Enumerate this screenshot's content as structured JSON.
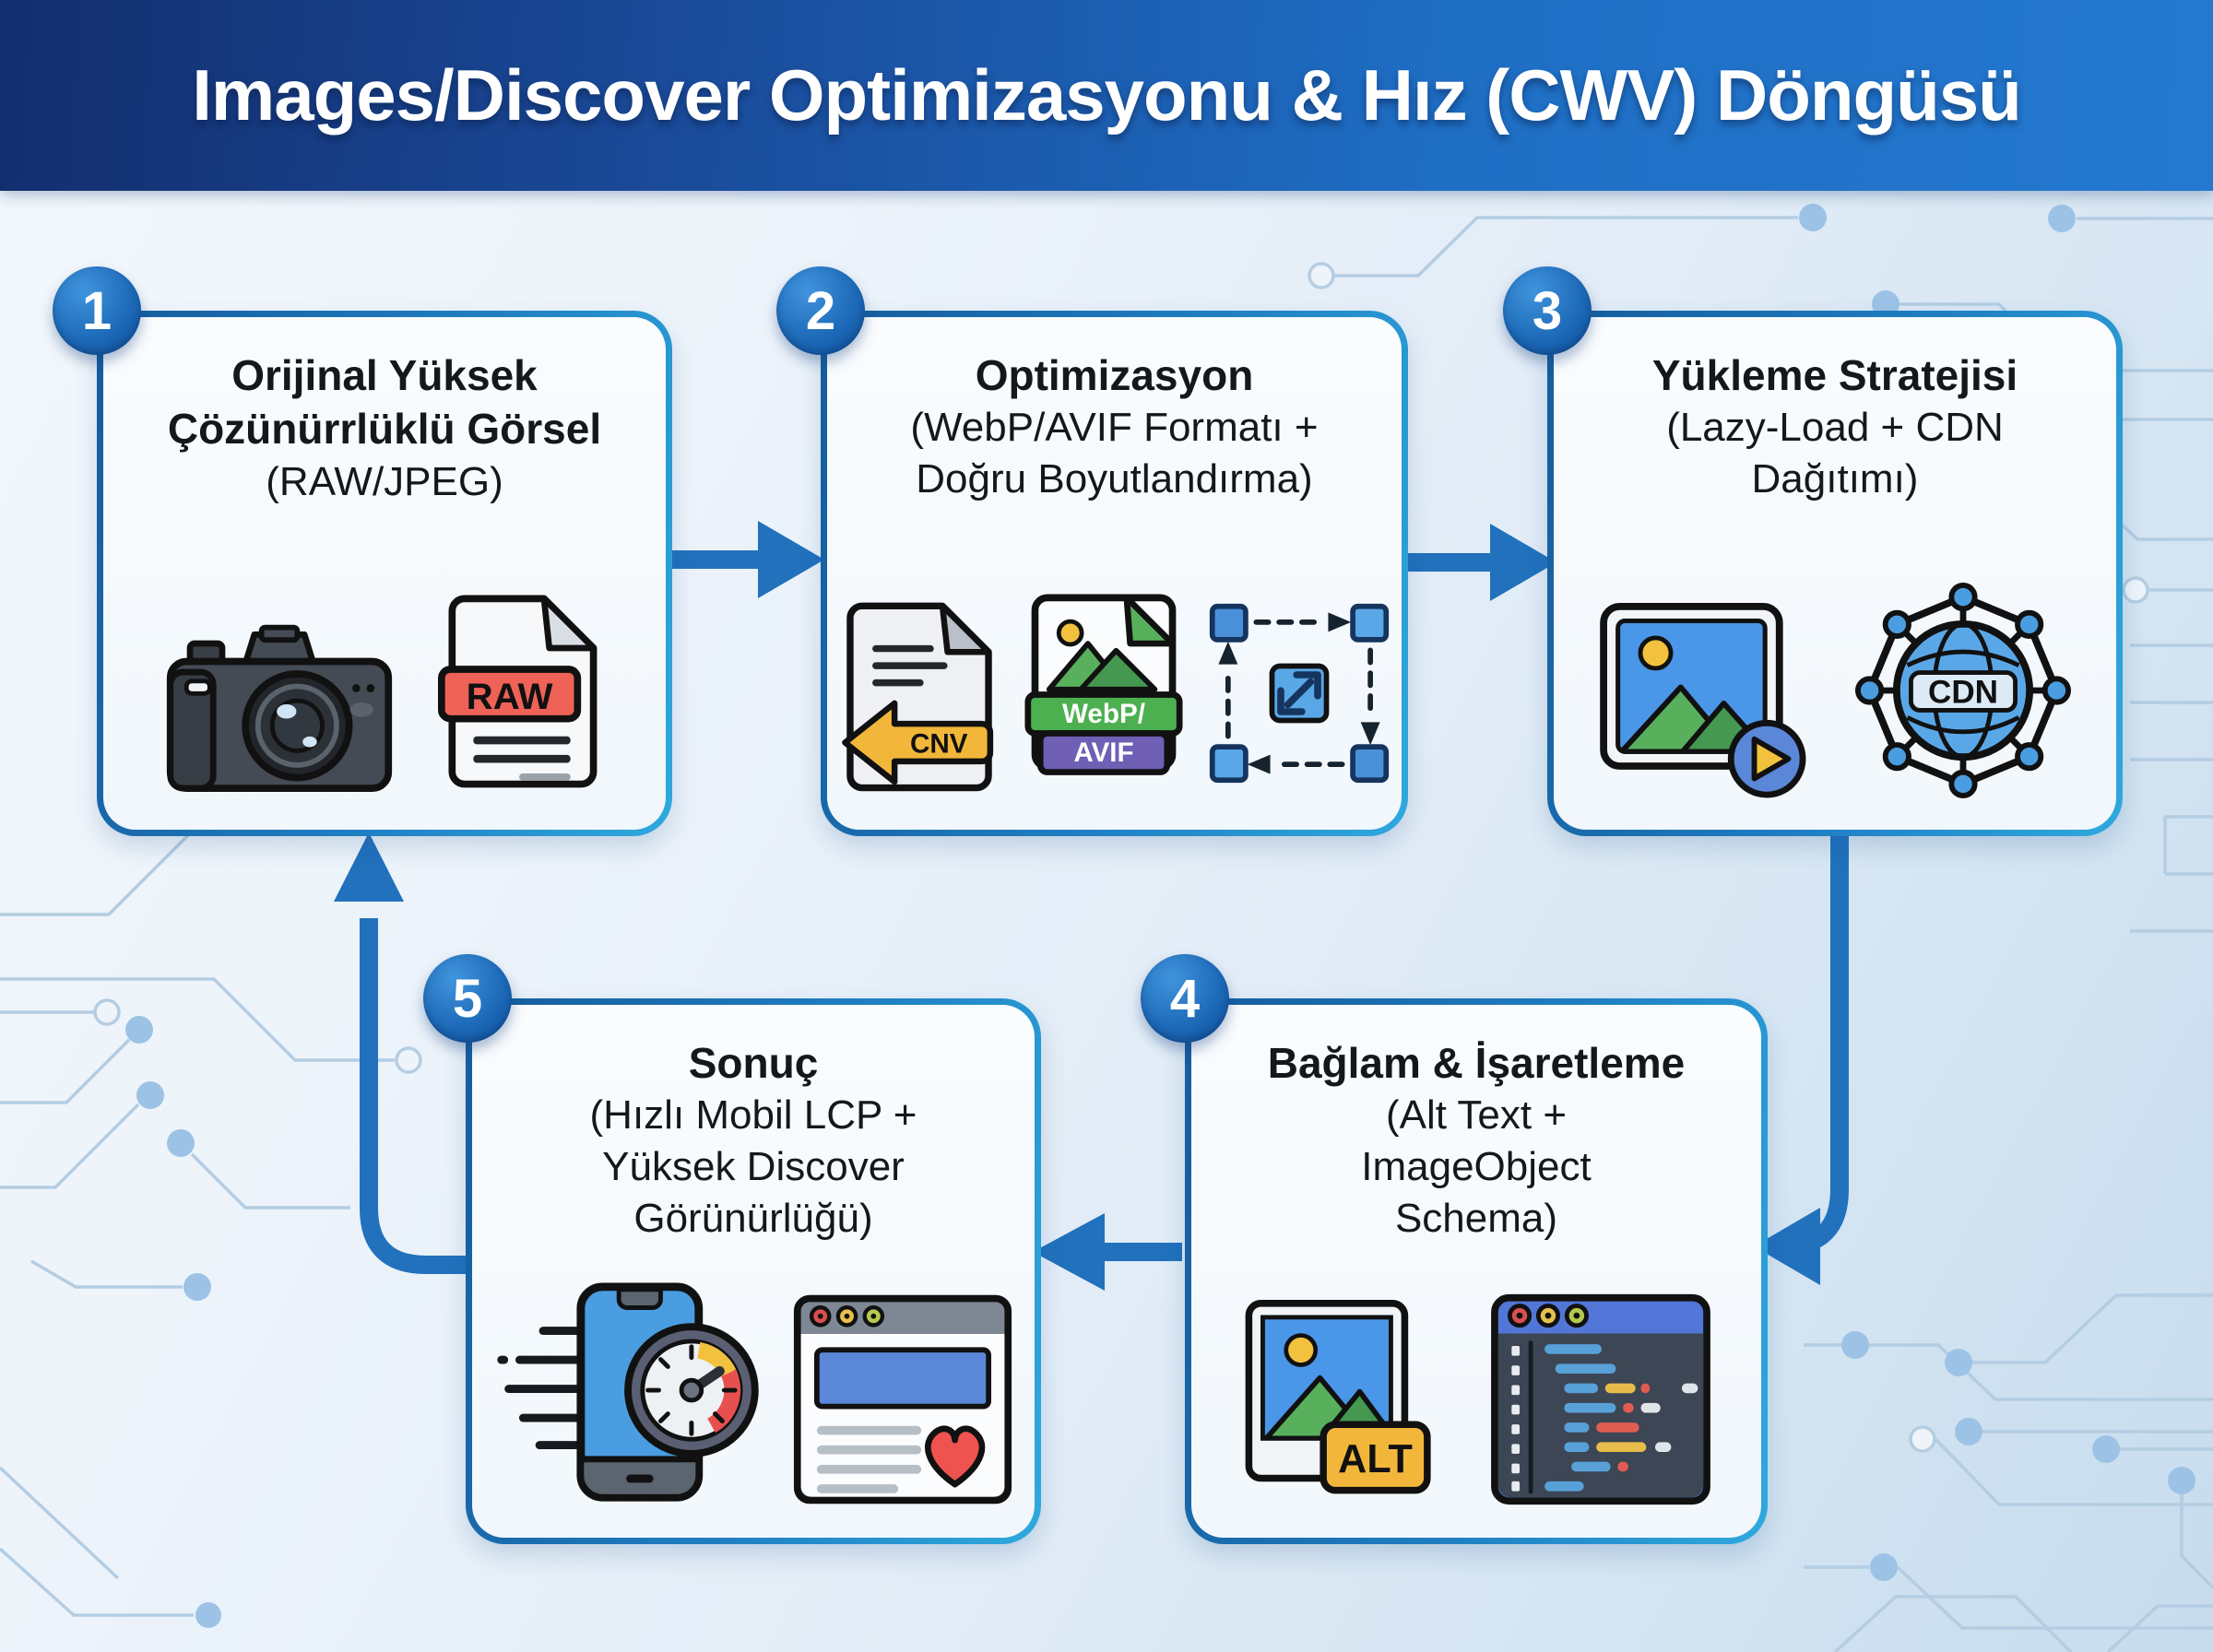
{
  "title": "Images/Discover Optimizasyonu & Hız (CWV) Döngüsü",
  "steps": [
    {
      "number": "1",
      "title": "Orijinal Yüksek Çözünürrlüklü Görsel",
      "subtitle": "(RAW/JPEG)",
      "icons": [
        "camera-icon",
        "raw-file-icon"
      ]
    },
    {
      "number": "2",
      "title": "Optimizasyon",
      "subtitle": "(WebP/AVIF Formatı + Doğru Boyutlandırma)",
      "icons": [
        "convert-file-icon",
        "webp-avif-file-icon",
        "resize-icon"
      ]
    },
    {
      "number": "3",
      "title": "Yükleme Stratejisi",
      "subtitle": "(Lazy-Load + CDN Dağıtımı)",
      "icons": [
        "image-play-icon",
        "cdn-globe-icon"
      ]
    },
    {
      "number": "4",
      "title": "Bağlam & İşaretleme",
      "subtitle": "(Alt Text + ImageObject Schema)",
      "icons": [
        "alt-photo-icon",
        "code-editor-icon"
      ]
    },
    {
      "number": "5",
      "title": "Sonuç",
      "subtitle": "(Hızlı Mobil LCP + Yüksek Discover Görünürlüğü)",
      "icons": [
        "phone-speed-icon",
        "browser-heart-icon"
      ]
    }
  ],
  "icon_labels": {
    "raw": "RAW",
    "cnv": "CNV",
    "webp": "WebP/",
    "avif": "AVIF",
    "cdn": "CDN",
    "alt": "ALT"
  },
  "colors": {
    "header_left": "#132e6e",
    "header_right": "#2478cf",
    "arrow_blue": "#2171bd",
    "box_border_start": "#155c9c",
    "box_border_end": "#2fa9de",
    "badge_blue": "#1e6bb9",
    "accent_red": "#e85555",
    "accent_yellow": "#f2b73a",
    "accent_green": "#4caf50",
    "accent_purple": "#6f5fb5",
    "accent_blue": "#4a96e8"
  }
}
